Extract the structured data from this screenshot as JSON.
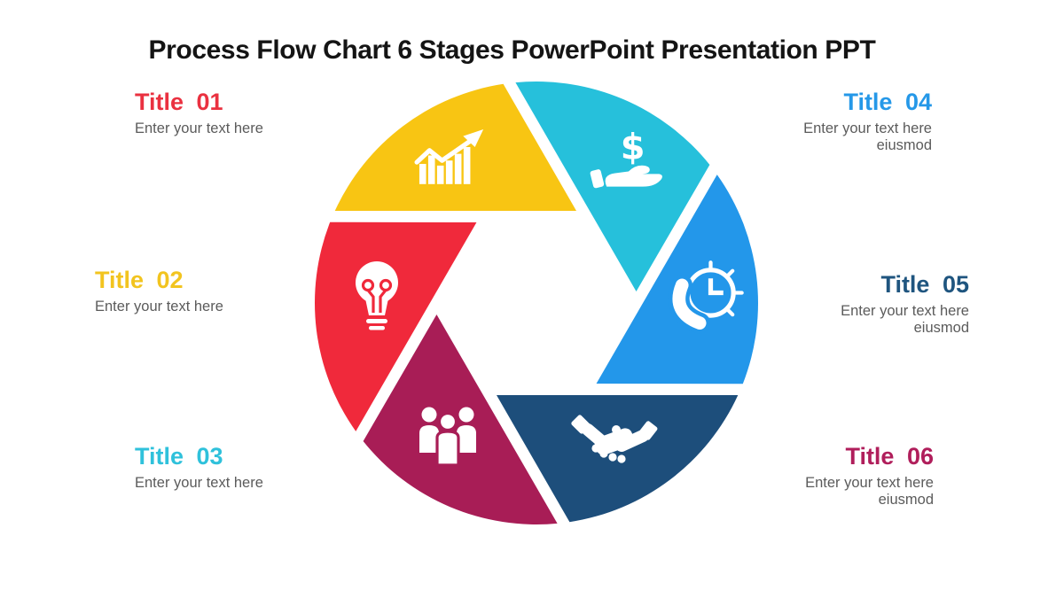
{
  "slide": {
    "heading": "Process Flow Chart 6 Stages PowerPoint Presentation PPT"
  },
  "stages": [
    {
      "title": "Title 01",
      "line1": "Enter your text here",
      "color": "#EA3140"
    },
    {
      "title": "Title 02",
      "line1": "Enter your text here",
      "color": "#F2C41F"
    },
    {
      "title": "Title 03",
      "line1": "Enter your text here",
      "color": "#2FC1DB"
    },
    {
      "title": "Title 04",
      "line1": "Enter your text here",
      "line2": "eiusmod",
      "color": "#2598E8"
    },
    {
      "title": "Title 05",
      "line1": "Enter your text here",
      "line2": "eiusmod",
      "color": "#1F557F"
    },
    {
      "title": "Title 06",
      "line1": "Enter your text here",
      "line2": "eiusmod",
      "color": "#B01E5B"
    }
  ],
  "wheel": {
    "blades": [
      {
        "icon": "growth-chart-icon",
        "color": "#F8C513"
      },
      {
        "icon": "dollar-hand-icon",
        "color": "#26C0DB"
      },
      {
        "icon": "phone-clock-icon",
        "color": "#2397EA"
      },
      {
        "icon": "handshake-icon",
        "color": "#1D4E7B"
      },
      {
        "icon": "team-icon",
        "color": "#A81D56"
      },
      {
        "icon": "idea-bulb-icon",
        "color": "#F0293B"
      }
    ]
  }
}
